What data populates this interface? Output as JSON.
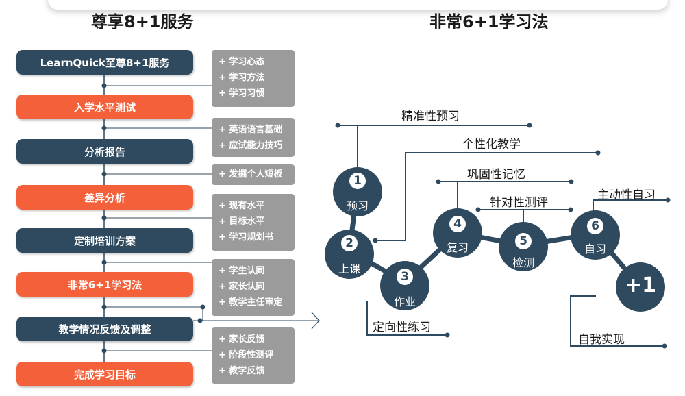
{
  "left": {
    "heading": "尊享8+1服务",
    "steps": [
      {
        "label": "LearnQuick至尊8+1服务",
        "color": "navy"
      },
      {
        "label": "入学水平测试",
        "color": "orange"
      },
      {
        "label": "分析报告",
        "color": "navy"
      },
      {
        "label": "差异分析",
        "color": "orange"
      },
      {
        "label": "定制培训方案",
        "color": "navy"
      },
      {
        "label": "非常6+1学习法",
        "color": "orange"
      },
      {
        "label": "教学情况反馈及调整",
        "color": "navy"
      },
      {
        "label": "完成学习目标",
        "color": "orange"
      }
    ],
    "notes": [
      [
        "+ 学习心态",
        "+ 学习方法",
        "+ 学习习惯"
      ],
      [
        "+ 英语语言基础",
        "+ 应试能力技巧"
      ],
      [
        "+ 发掘个人短板"
      ],
      [
        "+ 现有水平",
        "+ 目标水平",
        "+ 学习规划书"
      ],
      [
        "+ 学生认同",
        "+ 家长认同",
        "+ 教学主任审定"
      ],
      [
        "+ 家长反馈",
        "+ 阶段性测评",
        "+ 教学反馈"
      ]
    ]
  },
  "right": {
    "heading": "非常6+1学习法",
    "nodes": [
      {
        "num": "1",
        "label": "预习"
      },
      {
        "num": "2",
        "label": "上课"
      },
      {
        "num": "3",
        "label": "作业"
      },
      {
        "num": "4",
        "label": "复习"
      },
      {
        "num": "5",
        "label": "检测"
      },
      {
        "num": "6",
        "label": "自习"
      }
    ],
    "plus_one": "+1",
    "labels": {
      "preview": "精准性预习",
      "class": "个性化教学",
      "homework": "定向性练习",
      "review": "巩固性记忆",
      "test": "针对性测评",
      "self_study": "主动性自习",
      "plus_one": "自我实现"
    }
  },
  "colors": {
    "navy": "#2f4a5e",
    "orange": "#f4603a",
    "note_gray": "#9b9b9b",
    "line": "#2f4a5e"
  }
}
